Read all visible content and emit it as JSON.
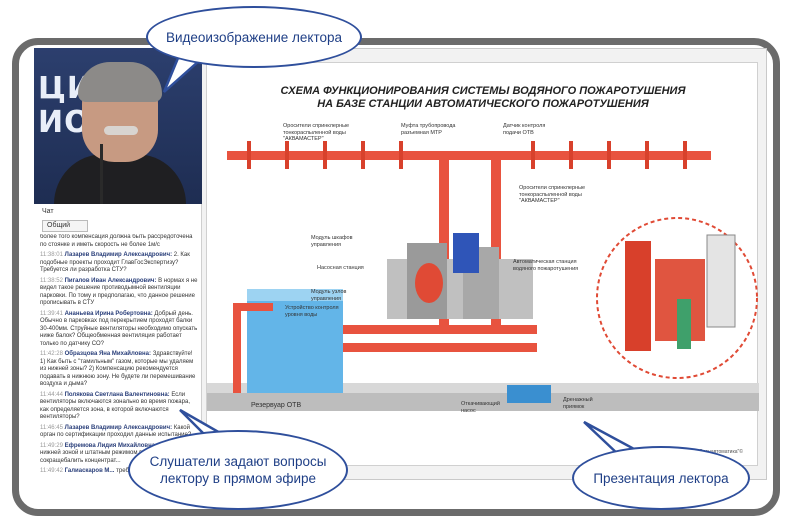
{
  "callouts": {
    "video": "Видеоизображение лектора",
    "audience": "Слушатели задают вопросы лектору в прямом эфире",
    "presentation": "Презентация лектора"
  },
  "video": {
    "background_text": "ЦИ\nИОН"
  },
  "chat": {
    "title": "Чат",
    "tab": "Общий",
    "messages": [
      {
        "time": "",
        "author": "",
        "text": "более того компенсация должна быть рассредоточена по стоянке и иметь скорость не более 1м/с"
      },
      {
        "time": "11:38:01",
        "author": "Лазарев Владимир Александрович:",
        "text": "2. Как подобные проекты проходит ГлавГосЭкспертизу? Требуется ли разработка СТУ?"
      },
      {
        "time": "11:38:52",
        "author": "Пигалов Иван Александрович:",
        "text": "В нормах я не видел такое решение противодымной вентиляции парковки. По тому и предполагаю, что данное решение прописывать в СТУ"
      },
      {
        "time": "11:39:41",
        "author": "Ананьева Ирина Робертовна:",
        "text": "Добрый день. Обычно в парковках под перекрытием проходят балки 30-400мм. Струйные вентиляторы необходимо опускать ниже балок? Общеобменная вентиляция работает только по датчику СО?"
      },
      {
        "time": "11:42:28",
        "author": "Образцова Яна Михайловна:",
        "text": "Здравствуйте! 1) Как быть с \"тамильным\" газом, которые мы удаляем из нижней зоны? 2) Компенсацию рекомендуется подавать в нижнюю зону. Не будете ли перемешивание воздуха и дыма?"
      },
      {
        "time": "11:44:44",
        "author": "Полякова Светлана Валентиновна:",
        "text": "Если вентиляторы включаются зонально во время пожара, как определяется зона, в которой включаются вентиляторы?"
      },
      {
        "time": "11:46:45",
        "author": "Лазарев Владимир Александрович:",
        "text": "Какой орган по сертификации проходил данные испытание?"
      },
      {
        "time": "11:49:29",
        "author": "Ефремова Лидия Михайловна:",
        "text": "делать с нижней зоной и штатным режимом воздуха, сокращебалить концентрат..."
      },
      {
        "time": "11:49:42",
        "author": "Галиаскаров М...",
        "text": "требуется 1м/с и вникнем..."
      }
    ]
  },
  "slide": {
    "title_line1": "СХЕМА ФУНКЦИОНИРОВАНИЯ СИСТЕМЫ ВОДЯНОГО ПОЖАРОТУШЕНИЯ",
    "title_line2": "НА БАЗЕ СТАНЦИИ АВТОМАТИЧЕСКОГО ПОЖАРОТУШЕНИЯ",
    "labels": {
      "sprinklers_top": "Оросители спринклерные\nтонкораспыленной воды\n\"АКВАМАСТЕР\"",
      "coupling": "Муфта трубопровода\nразъемная МТР",
      "flow_sensor": "Датчик контроля\nподачи ОТВ",
      "sprinklers_right": "Оросители спринклерные\nтонкораспыленной воды\n\"АКВАМАСТЕР\"",
      "cabinet_module": "Модуль шкафов\nуправления",
      "pump_station": "Насосная станция",
      "valve_module": "Модуль узлов\nуправления",
      "auto_station": "Автоматическая станция\nводяного пожаротушения",
      "reservoir": "Резервуар ОТВ",
      "drain_pump": "Откачивающий\nнасос",
      "drain_pit": "Дренажный\nприямок",
      "level_device": "Устройство контроля\nуровня воды",
      "footer": "ЗАО \"ПО \"Спецавтоматика\"©"
    }
  }
}
